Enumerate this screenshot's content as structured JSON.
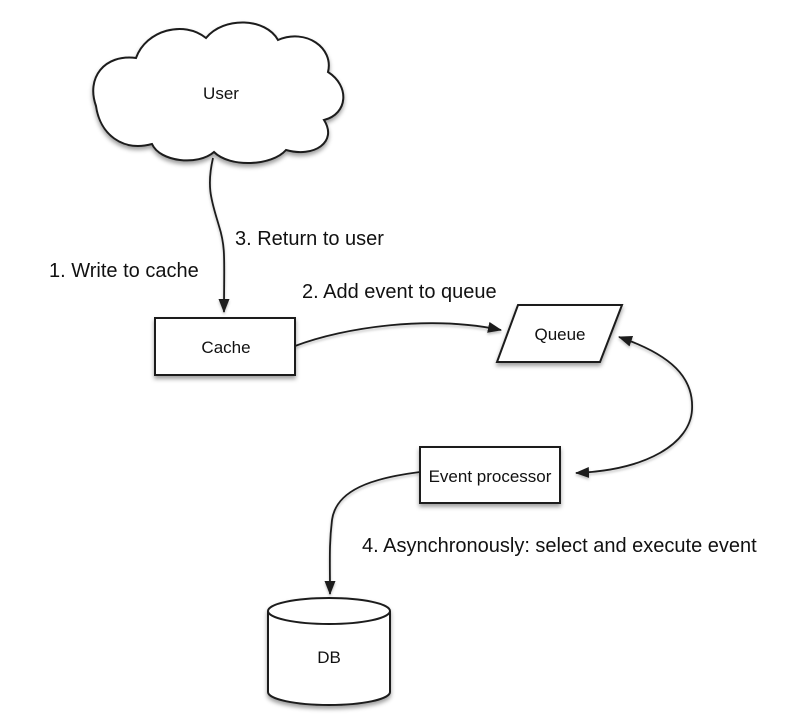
{
  "diagram": {
    "background_color": "#ffffff",
    "stroke_color": "#1d1d1d",
    "fill_color": "#ffffff",
    "text_color": "#111111",
    "nodes": {
      "user": {
        "label": "User",
        "shape": "cloud"
      },
      "cache": {
        "label": "Cache",
        "shape": "rectangle"
      },
      "queue": {
        "label": "Queue",
        "shape": "parallelogram"
      },
      "event_processor": {
        "label": "Event processor",
        "shape": "rectangle"
      },
      "db": {
        "label": "DB",
        "shape": "cylinder"
      }
    },
    "steps": {
      "step1": "1. Write to cache",
      "step2": "2. Add event to queue",
      "step3": "3. Return to user",
      "step4": "4. Asynchronously: select and execute event"
    },
    "edges": [
      {
        "from": "user",
        "to": "cache",
        "direction": "one-way"
      },
      {
        "from": "cache",
        "to": "queue",
        "direction": "one-way"
      },
      {
        "from": "queue",
        "to": "event_processor",
        "direction": "two-way"
      },
      {
        "from": "event_processor",
        "to": "db",
        "direction": "one-way"
      }
    ]
  }
}
